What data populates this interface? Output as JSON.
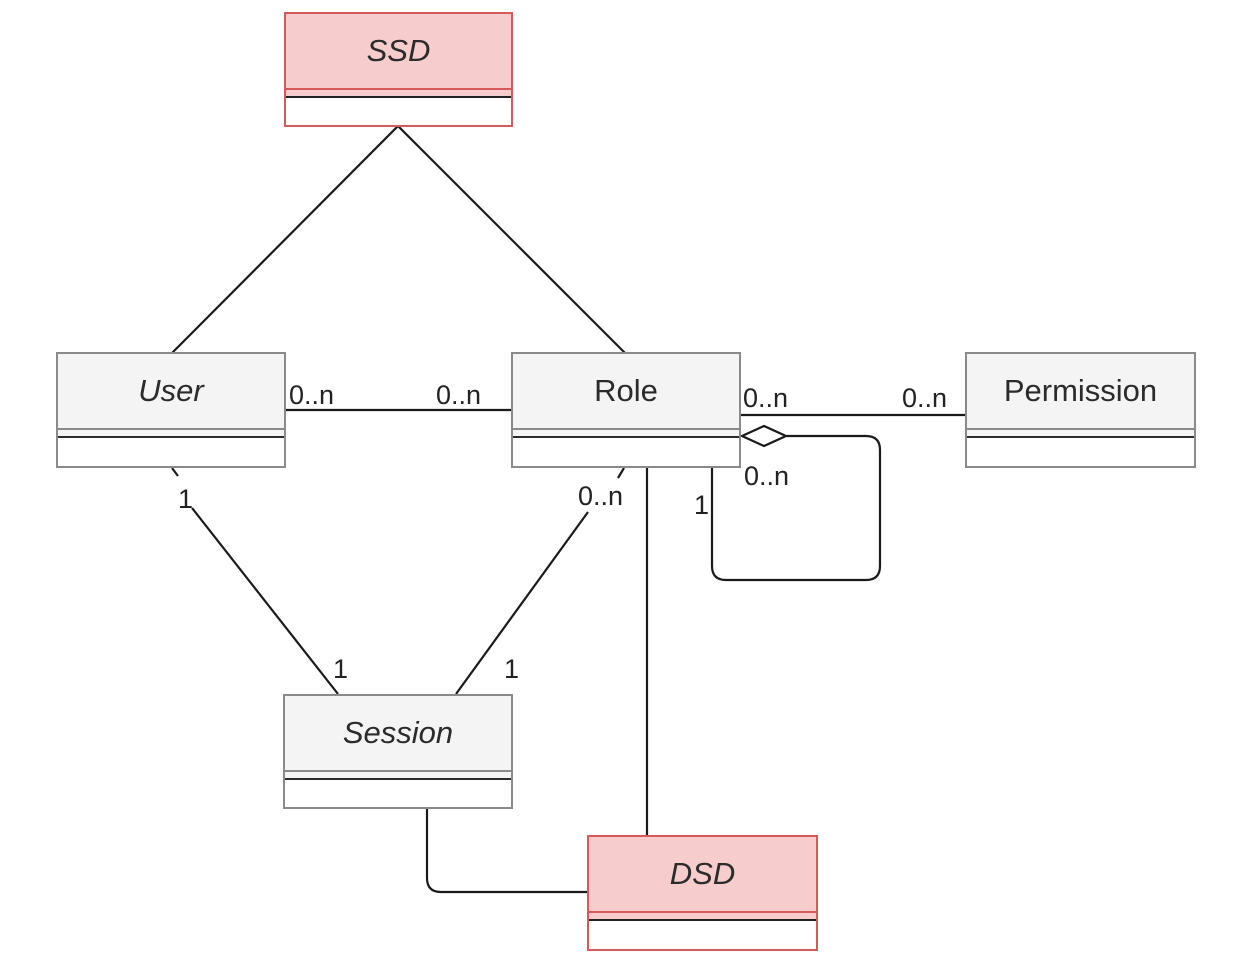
{
  "classes": {
    "ssd": {
      "name": "SSD"
    },
    "user": {
      "name": "User"
    },
    "role": {
      "name": "Role"
    },
    "permission": {
      "name": "Permission"
    },
    "session": {
      "name": "Session"
    },
    "dsd": {
      "name": "DSD"
    }
  },
  "multiplicities": {
    "user_role_user_end": "0..n",
    "user_role_role_end": "0..n",
    "role_permission_role_end": "0..n",
    "role_permission_permission_end": "0..n",
    "role_self_aggregate_end": "0..n",
    "role_self_part_end": "1",
    "user_session_user_end": "1",
    "user_session_session_end": "1",
    "role_session_role_end": "0..n",
    "role_session_session_end": "1"
  },
  "colors": {
    "constraint_fill": "#f7cccc",
    "constraint_border": "#d65a5a",
    "class_fill": "#f4f4f4",
    "class_border": "#8a8a8a",
    "line": "#1a1a1a"
  }
}
